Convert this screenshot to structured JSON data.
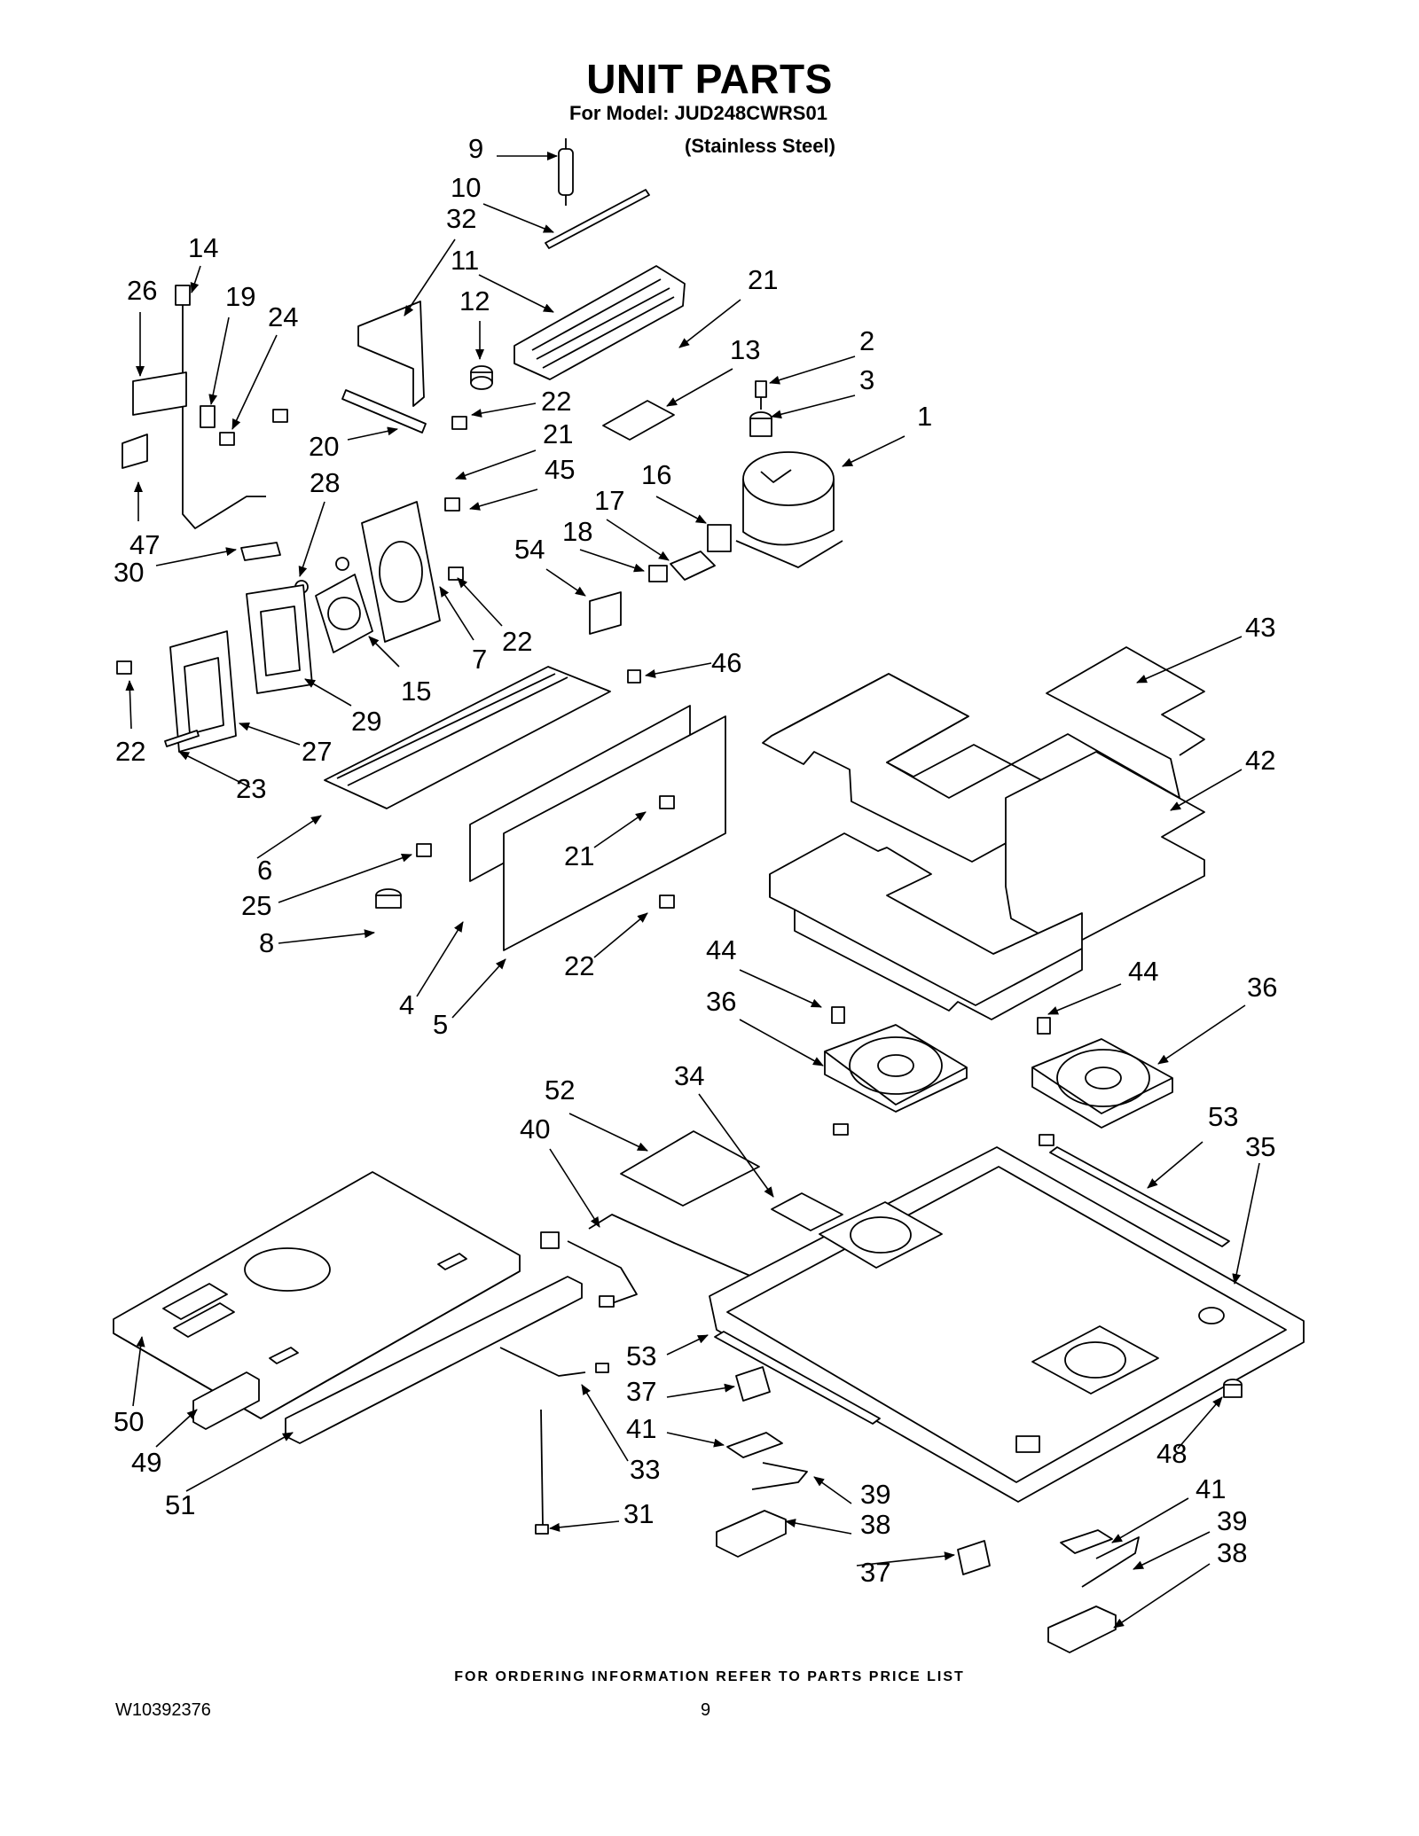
{
  "header": {
    "title": "UNIT PARTS",
    "model_line": "For Model: JUD248CWRS01",
    "finish_line": "(Stainless Steel)"
  },
  "callouts": [
    "9",
    "10",
    "32",
    "14",
    "11",
    "26",
    "19",
    "24",
    "12",
    "21",
    "2",
    "13",
    "3",
    "22",
    "1",
    "20",
    "21",
    "45",
    "16",
    "28",
    "17",
    "47",
    "18",
    "54",
    "30",
    "22",
    "7",
    "15",
    "43",
    "46",
    "29",
    "22",
    "27",
    "23",
    "42",
    "6",
    "21",
    "25",
    "8",
    "22",
    "44",
    "4",
    "5",
    "44",
    "36",
    "36",
    "34",
    "52",
    "40",
    "53",
    "35",
    "53",
    "37",
    "41",
    "33",
    "50",
    "49",
    "48",
    "39",
    "51",
    "31",
    "38",
    "37",
    "41",
    "39",
    "38"
  ],
  "footer": {
    "ordering_note": "FOR ORDERING INFORMATION REFER TO PARTS PRICE LIST",
    "doc_number": "W10392376",
    "page_number": "9"
  }
}
